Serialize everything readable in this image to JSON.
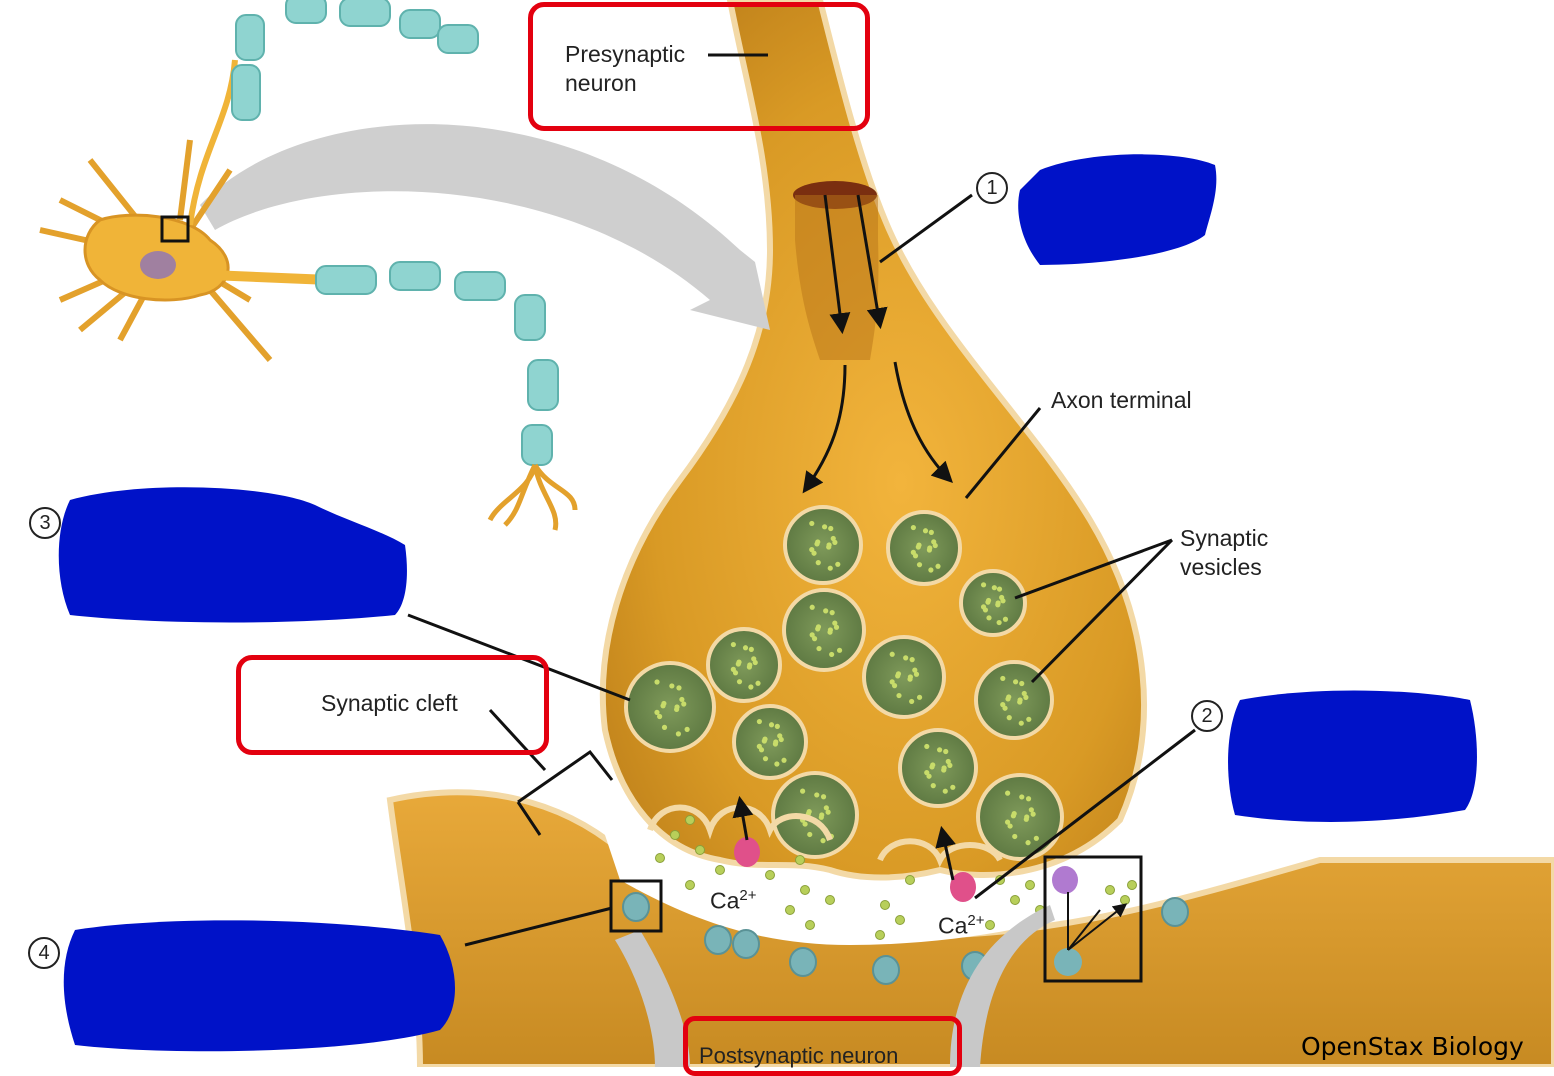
{
  "labels": {
    "presynaptic_line1": "Presynaptic",
    "presynaptic_line2": "neuron",
    "axon_terminal": "Axon terminal",
    "synaptic_vesicles_line1": "Synaptic",
    "synaptic_vesicles_line2": "vesicles",
    "synaptic_cleft": "Synaptic cleft",
    "ca_left": "Ca",
    "ca_right": "Ca",
    "ca_superscript": "2+",
    "postsynaptic": "Postsynaptic neuron"
  },
  "step_markers": [
    "1",
    "2",
    "3",
    "4"
  ],
  "credit": "OpenStax Biology",
  "colors": {
    "neuron_fill": "#e0a22e",
    "neuron_dark": "#b8801a",
    "vesicle": "#6e8a4e",
    "neurotransmitter": "#b8cf5a",
    "highlight_box": "#e3000f",
    "redaction": "#0012c8",
    "calcium_channel": "#e0508a",
    "myelin": "#8fd4d0"
  },
  "icons": [
    "arrow-icon",
    "calcium-channel-icon",
    "receptor-icon",
    "neuron-cell-icon"
  ]
}
